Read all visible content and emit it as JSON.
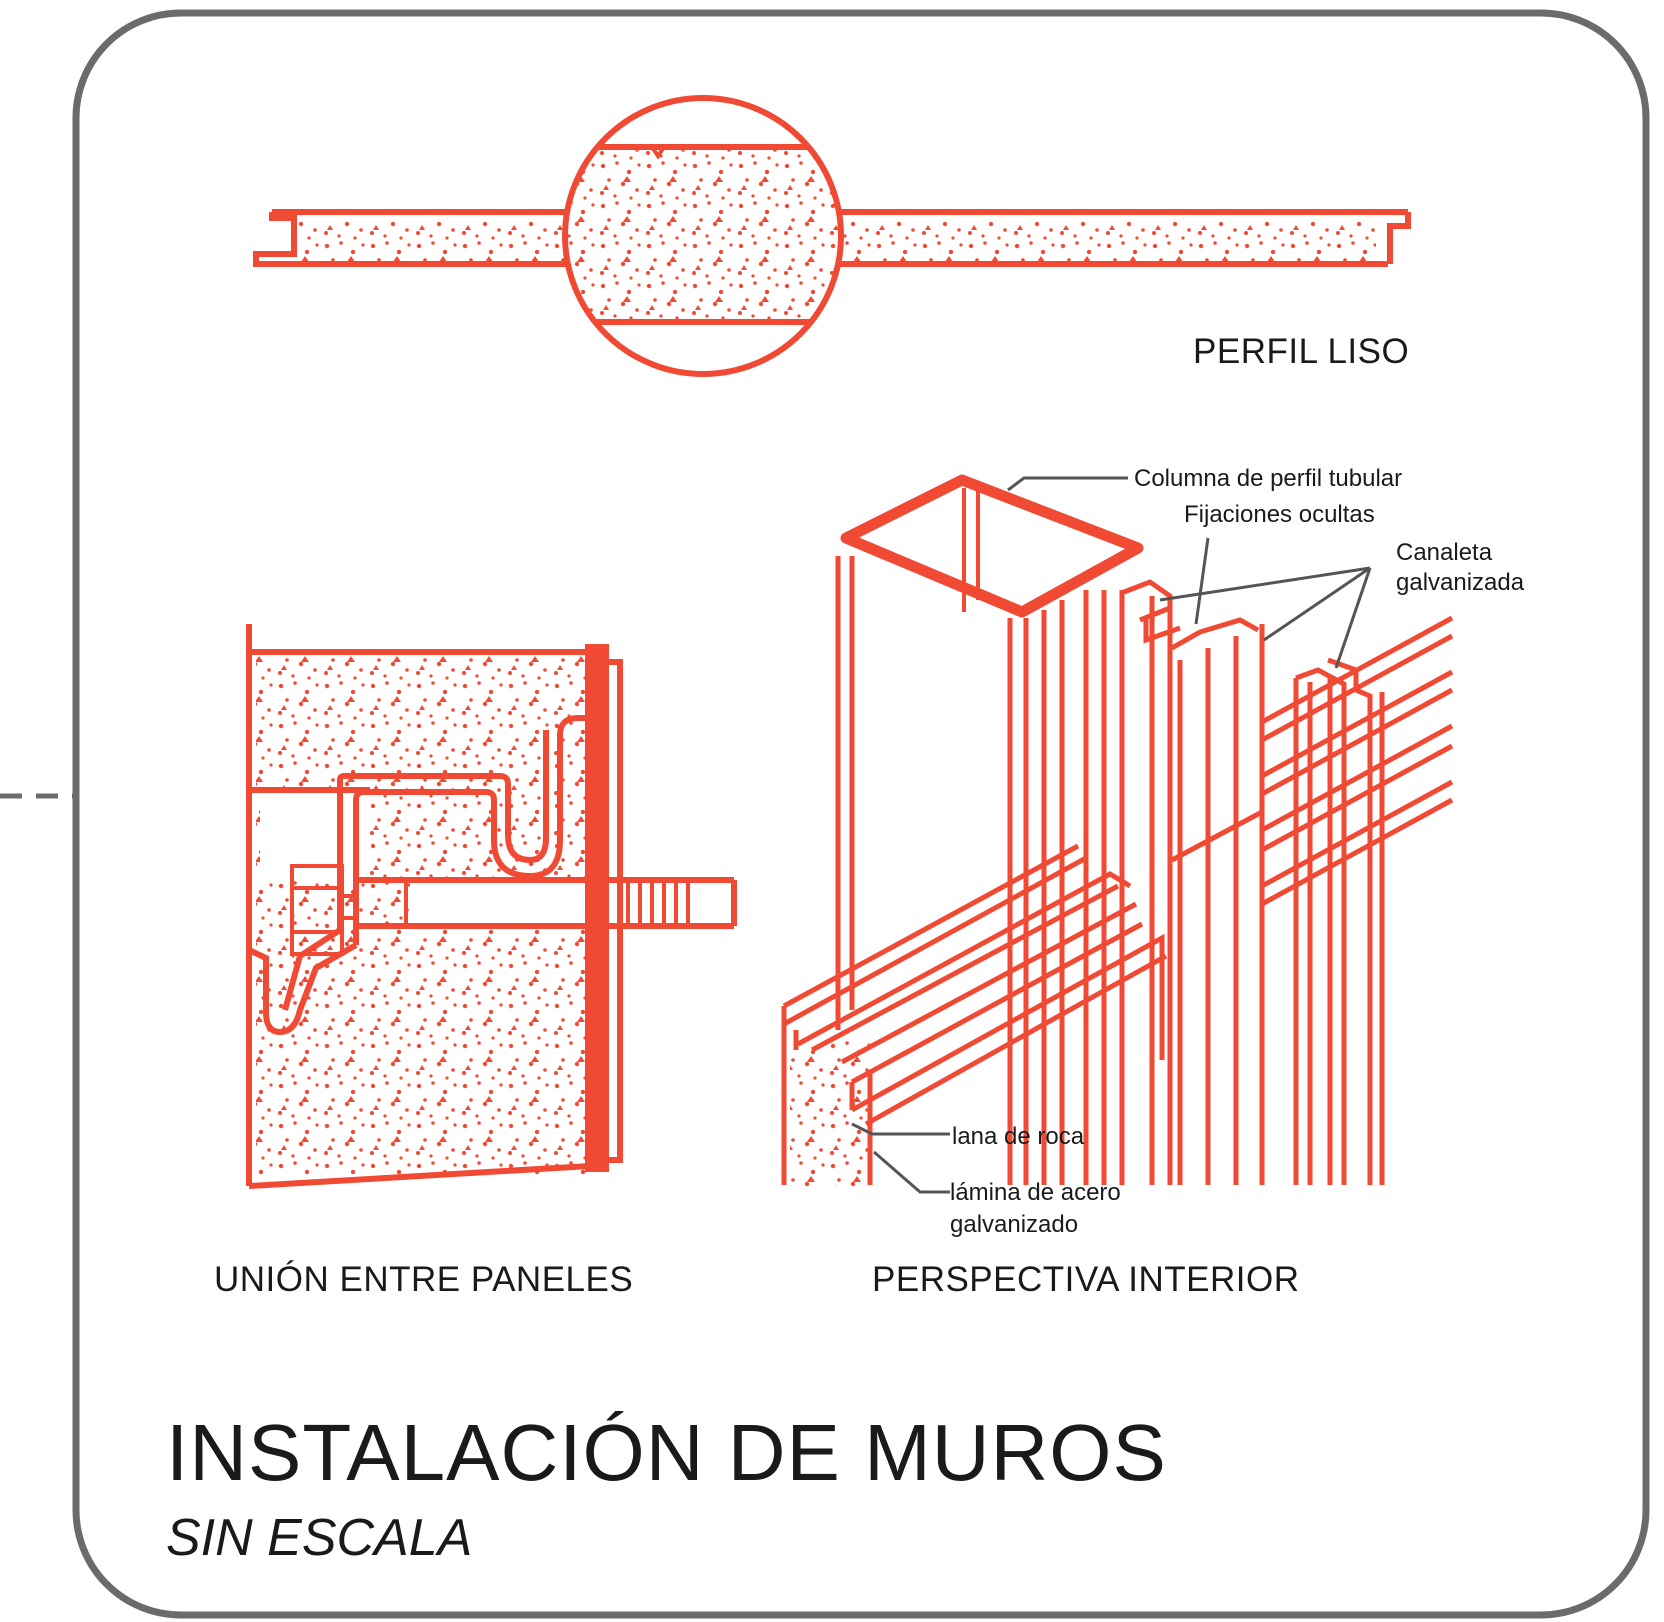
{
  "colors": {
    "accent": "#f04a35",
    "frame": "#6b6b6b",
    "text": "#1a1a1a",
    "leader": "#555555"
  },
  "captions": {
    "perfil": "PERFIL LISO",
    "union": "UNIÓN ENTRE PANELES",
    "perspectiva": "PERSPECTIVA INTERIOR"
  },
  "labels": {
    "columna": "Columna de perfil tubular",
    "fijaciones": "Fijaciones ocultas",
    "canaleta_1": "Canaleta",
    "canaleta_2": "galvanizada",
    "lana": "lana de roca",
    "lamina_1": "lámina de acero",
    "lamina_2": "galvanizado"
  },
  "title": "INSTALACIÓN DE MUROS",
  "subtitle": "SIN ESCALA"
}
